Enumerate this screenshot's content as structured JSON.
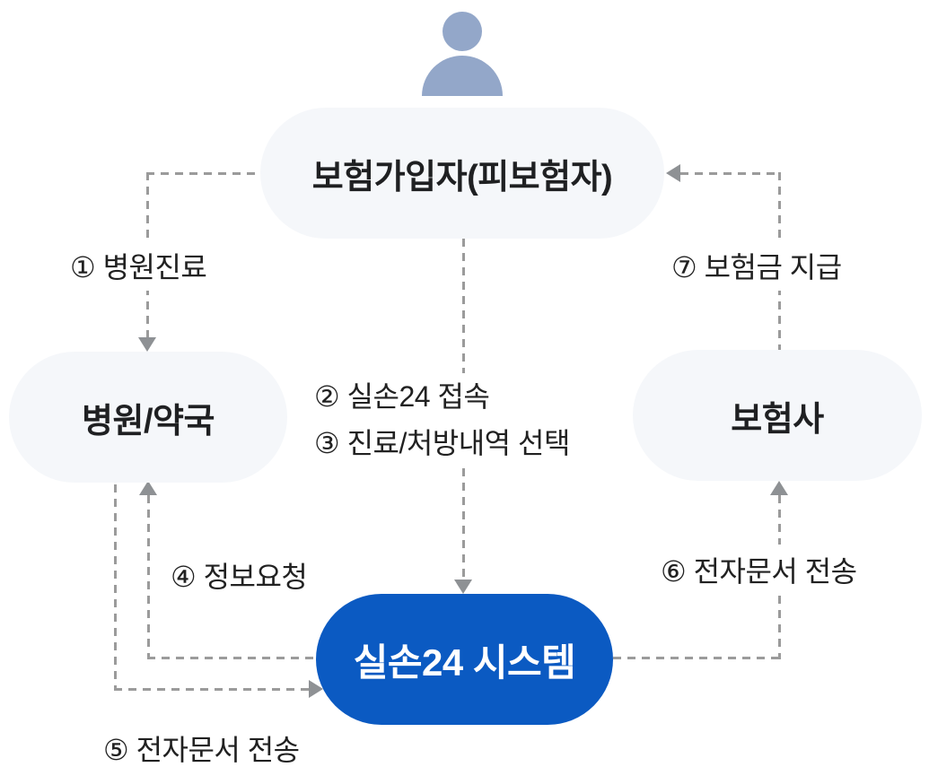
{
  "diagram": {
    "description": "실손24 전자문서 전송 흐름도",
    "colors": {
      "background": "#ffffff",
      "node_background": "#f5f7fa",
      "system_node_background": "#0b5ac2",
      "system_node_text": "#ffffff",
      "node_text": "#1f2022",
      "step_text": "#212121",
      "dashed_line": "#9b9b9b",
      "arrowhead": "#8e9194",
      "person_icon": "#93a7c9"
    },
    "nodes": {
      "insured": {
        "label": "보험가입자(피보험자)"
      },
      "hospital": {
        "label": "병원/약국"
      },
      "insurer": {
        "label": "보험사"
      },
      "system": {
        "label": "실손24 시스템"
      }
    },
    "steps": [
      {
        "num": "1",
        "label": "① 병원진료",
        "from": "insured",
        "to": "hospital"
      },
      {
        "num": "2",
        "label": "② 실손24 접속",
        "from": "insured",
        "to": "system"
      },
      {
        "num": "3",
        "label": "③ 진료/처방내역 선택",
        "from": "insured",
        "to": "system"
      },
      {
        "num": "4",
        "label": "④ 정보요청",
        "from": "system",
        "to": "hospital"
      },
      {
        "num": "5",
        "label": "⑤ 전자문서 전송",
        "from": "hospital",
        "to": "system"
      },
      {
        "num": "6",
        "label": "⑥ 전자문서 전송",
        "from": "system",
        "to": "insurer"
      },
      {
        "num": "7",
        "label": "⑦ 보험금 지급",
        "from": "insurer",
        "to": "insured"
      }
    ]
  }
}
